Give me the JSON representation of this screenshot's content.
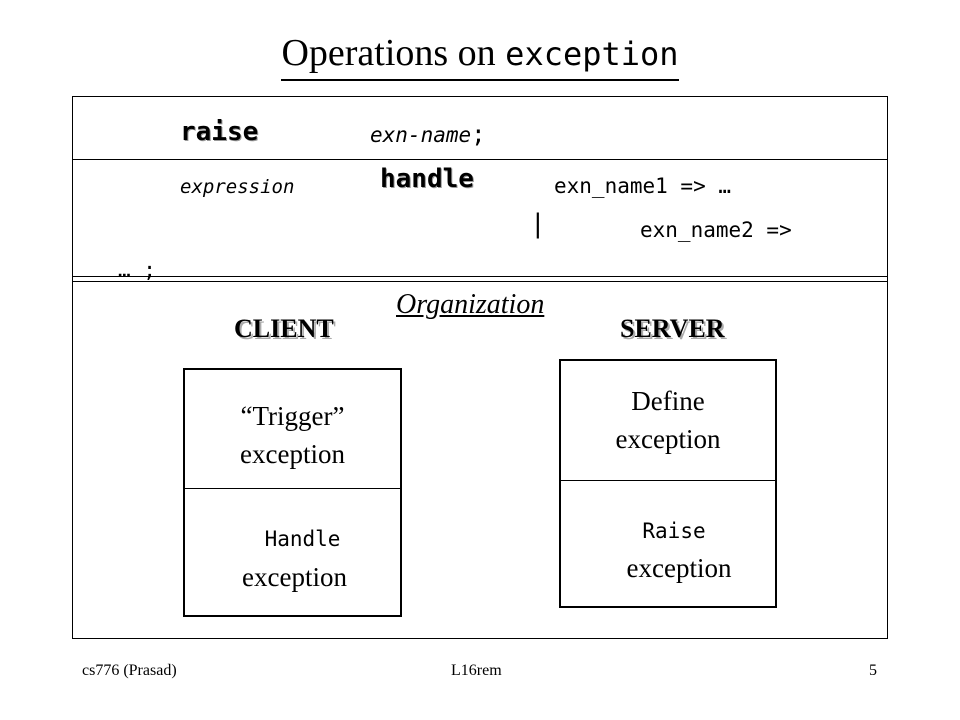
{
  "title": {
    "text": "Operations on",
    "code": "exception"
  },
  "syntax": {
    "line1": {
      "keyword": "raise",
      "arg": "exn-name",
      "end": ";"
    },
    "line2": {
      "expr": "expression",
      "keyword": "handle",
      "rest": "exn_name1 => …"
    },
    "line3": {
      "bar": "|",
      "rest": "exn_name2 =>"
    },
    "line4": {
      "text": "… ;"
    }
  },
  "organization": {
    "heading": "Organization",
    "client": {
      "label": "CLIENT",
      "top_line1": "“Trigger”",
      "top_line2": "exception",
      "bottom_code": "Handle",
      "bottom_line2": "exception"
    },
    "server": {
      "label": "SERVER",
      "top_line1": "Define",
      "top_line2": "exception",
      "bottom_code": "Raise",
      "bottom_line2": "exception"
    }
  },
  "footer": {
    "left": "cs776 (Prasad)",
    "center": "L16rem",
    "right": "5"
  }
}
